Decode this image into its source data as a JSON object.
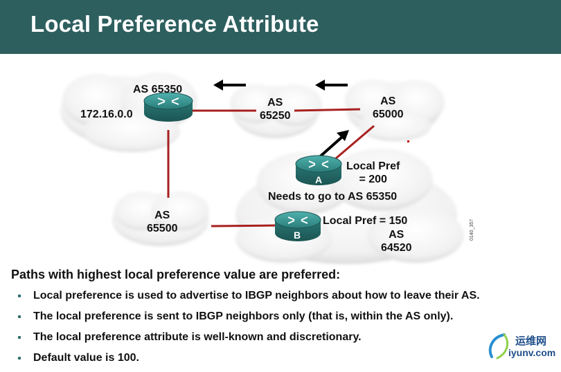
{
  "title": "Local Preference Attribute",
  "diagram": {
    "as65350": "AS 65350",
    "network": "172.16.0.0",
    "as65250_line1": "AS",
    "as65250_line2": "65250",
    "as65000_line1": "AS",
    "as65000_line2": "65000",
    "as65500_line1": "AS",
    "as65500_line2": "65500",
    "router_a": "A",
    "router_b": "B",
    "local_pref_a_line1": "Local Pref",
    "local_pref_a_line2": "= 200",
    "needs_to_go": "Needs to go to AS 65350",
    "local_pref_b": "Local Pref = 150",
    "as64520_line1": "AS",
    "as64520_line2": "64520",
    "figure_id": "0140_357",
    "colors": {
      "link": "#a82020",
      "router": "#2f8a86",
      "arrow": "#000000"
    }
  },
  "heading": "Paths with highest local preference value are preferred:",
  "bullets": [
    "Local preference is used to advertise to IBGP neighbors about how to leave their AS.",
    "The local preference is sent to IBGP neighbors only (that is, within the AS only).",
    "The local preference attribute is well-known and discretionary.",
    "Default value is 100."
  ],
  "logo": {
    "cn": "运维网",
    "url": "iyunv.com"
  }
}
